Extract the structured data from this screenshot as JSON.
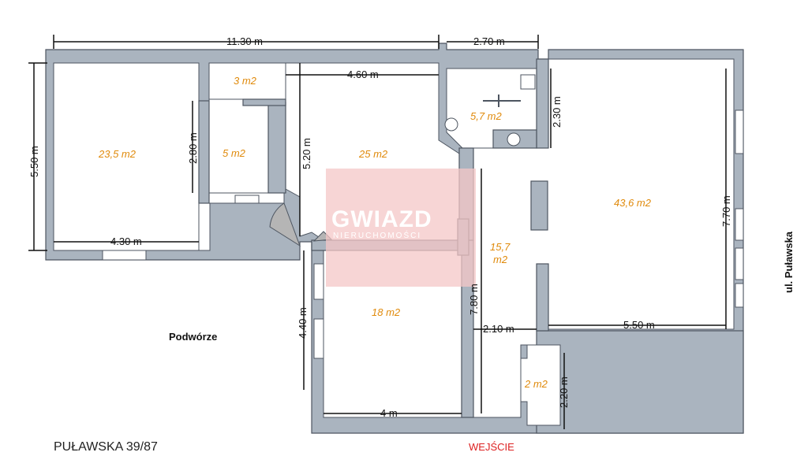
{
  "dimensions": {
    "top_left_width": "11.30 m",
    "top_right_width": "2.70 m",
    "left_height": "5.50 m",
    "corridor_width": "4.60 m",
    "small_room_height": "2.80 m",
    "left_room_width": "4.30 m",
    "hall_height": "5.20 m",
    "bath_height": "2.30 m",
    "right_room_height": "7.70 m",
    "right_room_width": "5.50 m",
    "center_height": "7.80 m",
    "lower_room_height": "4.40 m",
    "lower_room_width": "4 m",
    "passage_width": "2.10 m",
    "small_bottom_height": "2.20 m"
  },
  "areas": {
    "room_left": "23,5 m2",
    "room_closet": "5 m2",
    "room_top_small": "3 m2",
    "room_hall": "25 m2",
    "room_bath": "5,7 m2",
    "room_right": "43,6 m2",
    "room_center_line1": "15,7",
    "room_center_line2": "m2",
    "room_lower": "18 m2",
    "room_bottom_small": "2 m2"
  },
  "labels": {
    "courtyard": "Podwórze",
    "street": "ul. Puławska",
    "address": "PUŁAWSKA 39/87",
    "entrance": "WEJŚCIE"
  },
  "watermark": {
    "brand": "GWIAZD",
    "sub": "NIERUCHOMOŚCI"
  },
  "colors": {
    "wall": "#aab4bf",
    "area_text": "#e08a0b",
    "entrance_text": "#dd2222",
    "watermark": "#f4c7c7"
  }
}
